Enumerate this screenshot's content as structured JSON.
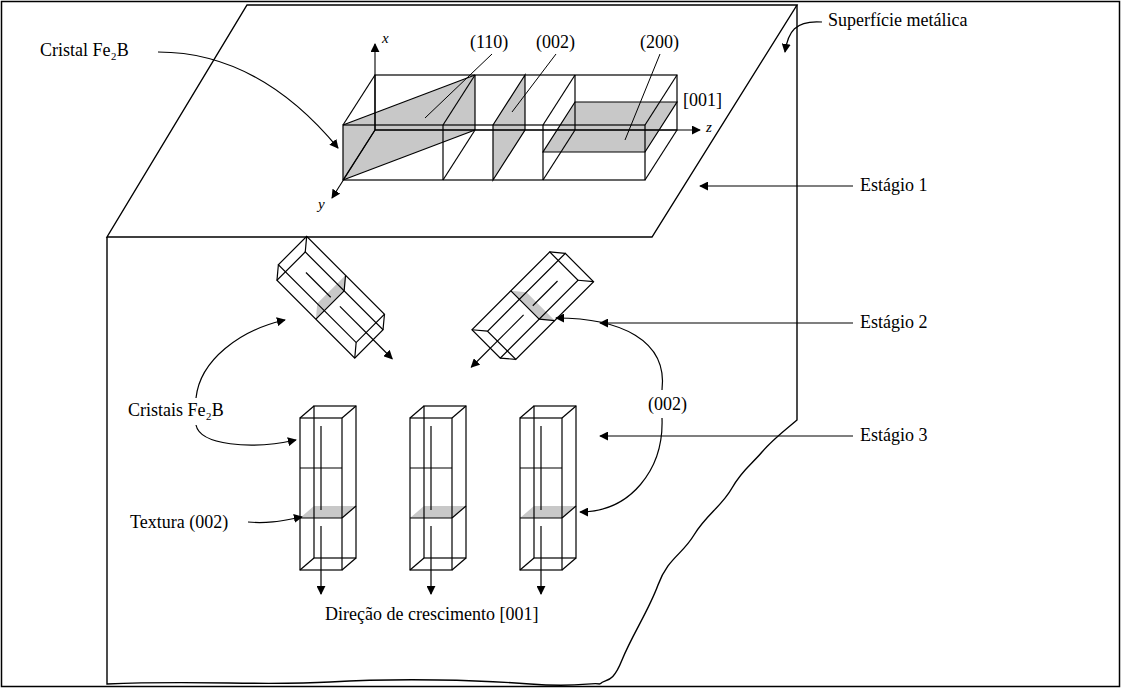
{
  "diagram": {
    "labels": [
      "Superfície metálica",
      "Cristal Fe₂B",
      "x",
      "(110)",
      "(002)",
      "(200)",
      "[001]",
      "z",
      "y",
      "Estágio 1",
      "Estágio 2",
      "Cristais Fe₂B",
      "(002)",
      "Estágio 3",
      "Textura (002)",
      "Direção de crescimento [001]"
    ]
  }
}
